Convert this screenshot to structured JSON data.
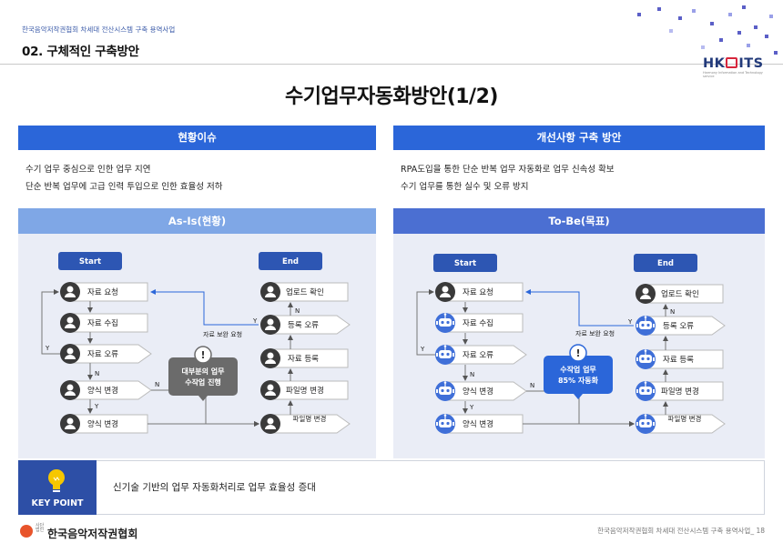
{
  "header": {
    "subtitle": "한국음악저작권협회 차세대 전산시스템 구축 용역사업",
    "section_title": "02. 구체적인 구축방안",
    "brand_logo": "HK ITS",
    "brand_tagline": "Harmony Information and Technology service"
  },
  "main_title": "수기업무자동화방안(1/2)",
  "left": {
    "heading": "현황이슈",
    "issues": [
      "수기 업무 중심으로 인한 업무 지연",
      "단순 반복 업무에 고급 인력 투입으로 인한 효율성 저하"
    ],
    "panel_title": "As-Is(현황)",
    "callout": [
      "대부분의 업무",
      "수작업 진행"
    ]
  },
  "right": {
    "heading": "개선사항 구축 방안",
    "issues": [
      "RPA도입을 통한 단순 반복 업무 자동화로 업무 신속성 확보",
      "수기 업무를 통한 실수 및 오류 방지"
    ],
    "panel_title": "To-Be(목표)",
    "callout": [
      "수작업 업무",
      "85% 자동화"
    ]
  },
  "flow": {
    "start": "Start",
    "end": "End",
    "left_nodes": [
      "자료 요청",
      "자료 수집",
      "자료 오류",
      "양식 변경",
      "양식 변경"
    ],
    "right_nodes": [
      "업로드 확인",
      "등록 오류",
      "자료 등록",
      "파일명 변경",
      "파일명 변경"
    ],
    "label_y": "Y",
    "label_n": "N",
    "return_label": "자료 보완 요청"
  },
  "keypoint": {
    "label": "KEY POINT",
    "text": "신기술 기반의 업무 자동화처리로 업무 효율성 증대"
  },
  "footer": {
    "org": "한국음악저작권협회",
    "org_small": "사단법인",
    "page_info": "한국음악저작권협회 차세대 전산시스템 구축 용역사업_ 18"
  },
  "colors": {
    "heading_blue": "#2b66d9",
    "start_box": "#2d56b3",
    "callout": "#6b6b6b",
    "callout_tobe": "#2b66d9",
    "robot": "#3f6fd8"
  }
}
